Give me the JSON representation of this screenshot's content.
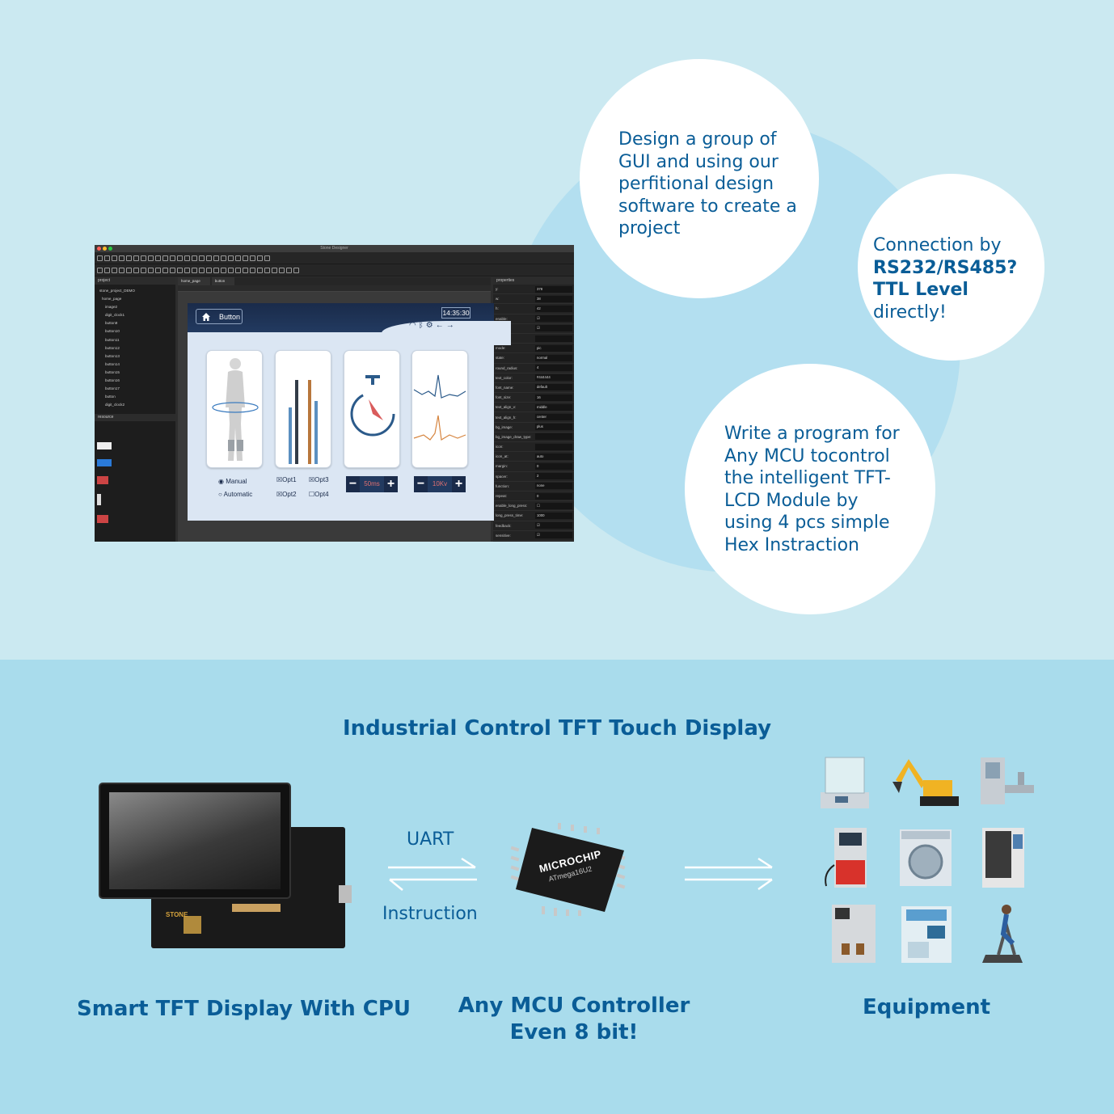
{
  "bubbles": {
    "design": "Design a group of GUI and using our perfitional design software to create a project",
    "connection_prefix": "Connection by",
    "connection_bold": "RS232/RS485?TTL Level",
    "connection_suffix": " directly!",
    "program": "Write a program for Any MCU tocontrol the intelligent TFT-LCD Module by using 4 pcs simple Hex Instraction"
  },
  "designer": {
    "window_title": "Stone Designer",
    "left_header": "project",
    "tree": [
      "stone_project_DEMO",
      "home_page",
      "image2",
      "digit_clock1",
      "button9",
      "button10",
      "button11",
      "button12",
      "button13",
      "button14",
      "button15",
      "button16",
      "button17",
      "button",
      "digit_clock2"
    ],
    "resource_header": "resource",
    "tabs": [
      "home_page",
      "button"
    ],
    "properties_header": "properties",
    "properties": [
      {
        "k": "y:",
        "v": "378"
      },
      {
        "k": "w:",
        "v": "38"
      },
      {
        "k": "h:",
        "v": "42"
      },
      {
        "k": "enable:",
        "v": "☑"
      },
      {
        "k": "visible:",
        "v": "☑"
      },
      {
        "k": "text:",
        "v": ""
      },
      {
        "k": "mode:",
        "v": "pic"
      },
      {
        "k": "state:",
        "v": "normal"
      },
      {
        "k": "round_radius:",
        "v": "4"
      },
      {
        "k": "text_color:",
        "v": "#444444"
      },
      {
        "k": "font_name:",
        "v": "default"
      },
      {
        "k": "font_size:",
        "v": "16"
      },
      {
        "k": "text_align_v:",
        "v": "middle"
      },
      {
        "k": "text_align_h:",
        "v": "center"
      },
      {
        "k": "bg_image:",
        "v": "plus"
      },
      {
        "k": "bg_image_draw_type:",
        "v": ""
      },
      {
        "k": "icon:",
        "v": ""
      },
      {
        "k": "icon_at:",
        "v": "auto"
      },
      {
        "k": "margin:",
        "v": "0"
      },
      {
        "k": "spacer:",
        "v": "2"
      },
      {
        "k": "function:",
        "v": "none"
      },
      {
        "k": "repeat:",
        "v": "0"
      },
      {
        "k": "enable_long_press:",
        "v": "☐"
      },
      {
        "k": "long_press_time:",
        "v": "1000"
      },
      {
        "k": "feedback:",
        "v": "☑"
      },
      {
        "k": "sensitive:",
        "v": "☑"
      }
    ],
    "gui": {
      "button": "Button",
      "time": "14:35:30",
      "radio1": "Manual",
      "radio2": "Automatic",
      "opt1": "Opt1",
      "opt2": "Opt2",
      "opt3": "Opt3",
      "opt4": "Opt4",
      "stepper1": "50ms",
      "stepper2": "10Kv"
    }
  },
  "bottom": {
    "title": "Industrial Control TFT Touch Display",
    "uart": "UART",
    "instruction": "Instruction",
    "chip_brand": "MICROCHIP",
    "chip_model": "ATmega16U2",
    "board_brand": "STONE",
    "caption_display": "Smart TFT Display With CPU",
    "caption_mcu_line1": "Any MCU Controller",
    "caption_mcu_line2": "Even 8 bit!",
    "caption_equipment": "Equipment"
  },
  "colors": {
    "text_blue": "#0a5d97",
    "top_bg": "#cbe9f1",
    "bottom_bg": "#a9dcec"
  }
}
